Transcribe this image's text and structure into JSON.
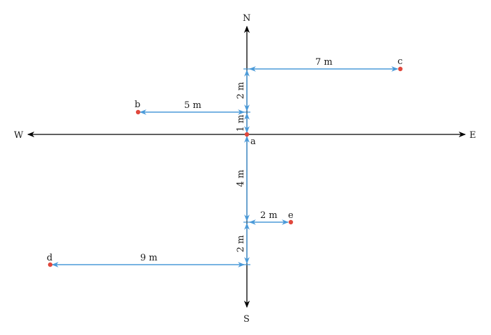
{
  "colors": {
    "axis": "#000000",
    "measure": "#4a9ad9",
    "point": "#e0483d",
    "text": "#1a1a1a"
  },
  "directions": {
    "north": "N",
    "south": "S",
    "east": "E",
    "west": "W"
  },
  "points": {
    "a": "a",
    "b": "b",
    "c": "c",
    "d": "d",
    "e": "e"
  },
  "distances": {
    "a_to_b_row": "1 m",
    "b_row_to_c_row": "2 m",
    "row_to_b": "5 m",
    "row_to_c": "7 m",
    "a_to_e_row": "4 m",
    "e_row_to_d_row": "2 m",
    "row_to_e": "2 m",
    "row_to_d": "9 m"
  }
}
